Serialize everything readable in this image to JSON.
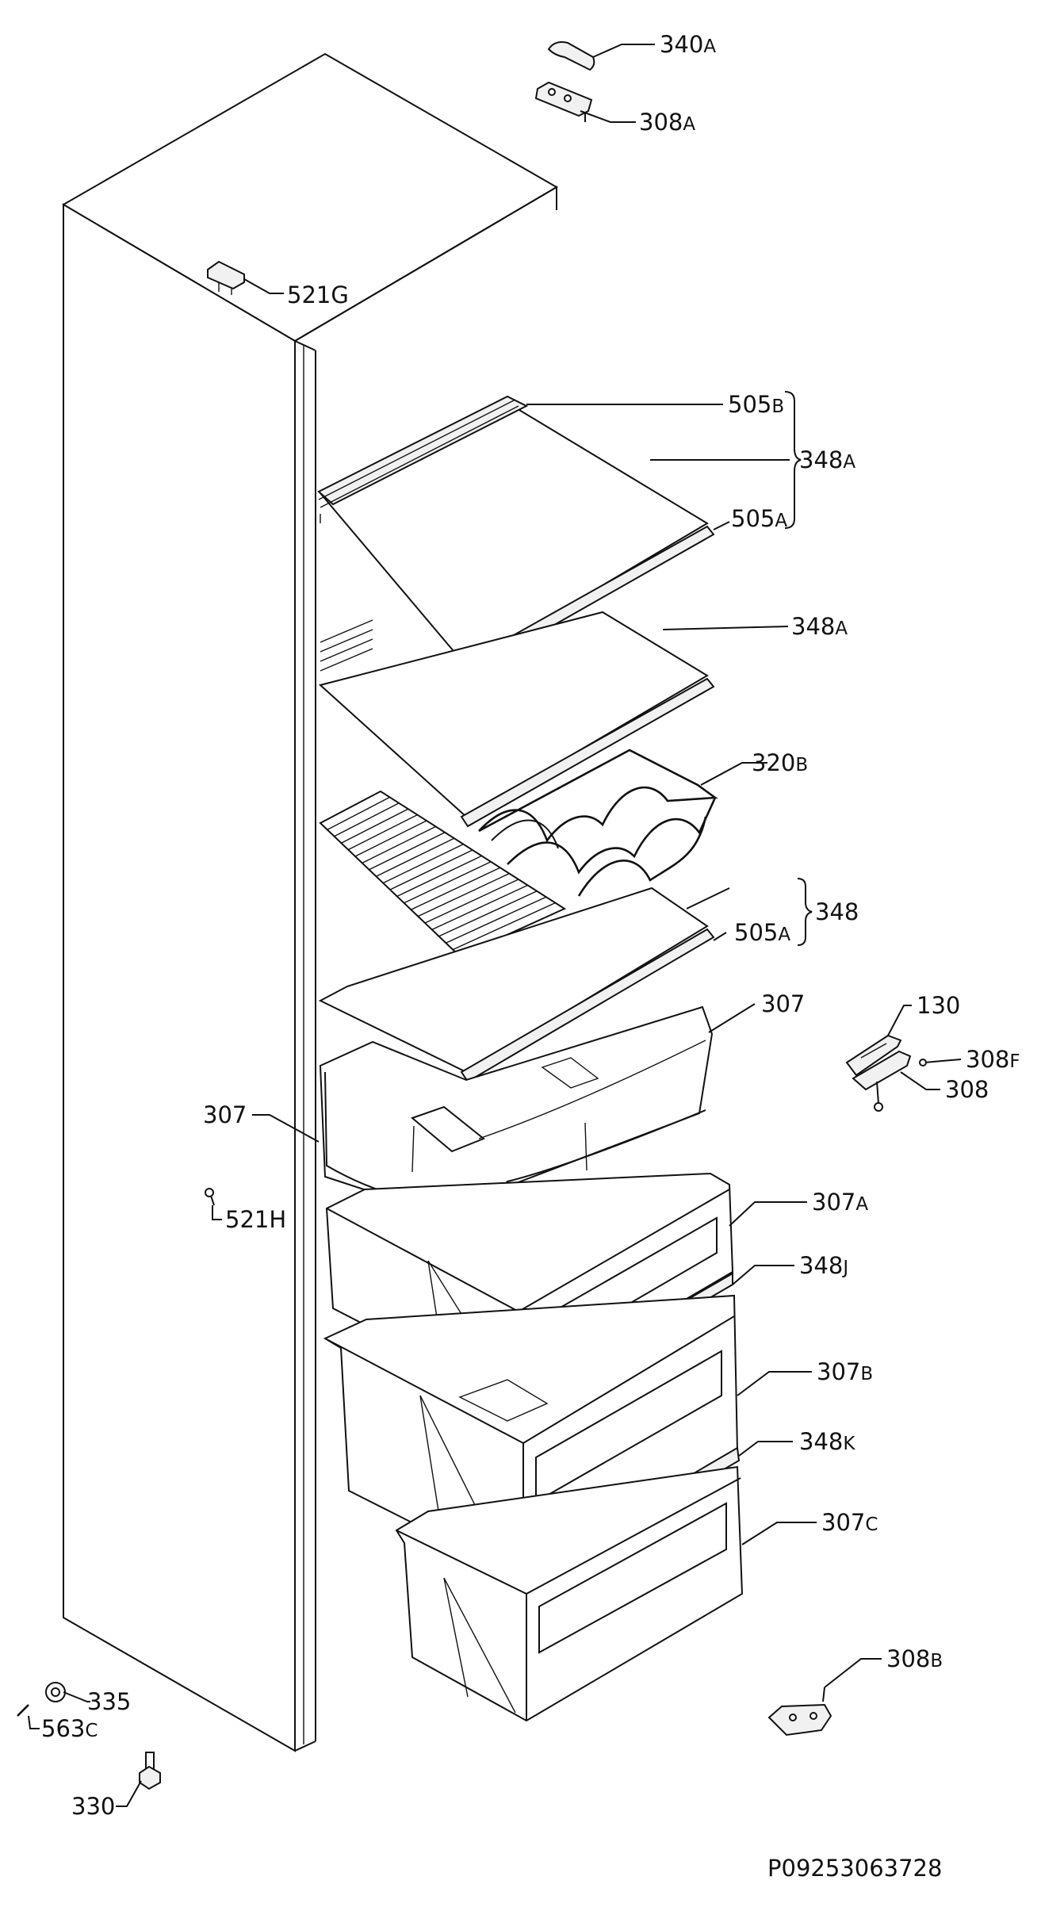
{
  "labels": {
    "l340A": {
      "num": "340",
      "suf": "A"
    },
    "l308A": {
      "num": "308",
      "suf": "A"
    },
    "l521G": {
      "num": "521G"
    },
    "l505B": {
      "num": "505",
      "suf": "B"
    },
    "l348A_1": {
      "num": "348",
      "suf": "A"
    },
    "l505A_1": {
      "num": "505",
      "suf": "A"
    },
    "l348A_2": {
      "num": "348",
      "suf": "A"
    },
    "l320B": {
      "num": "320",
      "suf": "B"
    },
    "l348": {
      "num": "348"
    },
    "l505A_2": {
      "num": "505",
      "suf": "A"
    },
    "l307_r": {
      "num": "307"
    },
    "l130": {
      "num": "130"
    },
    "l308F": {
      "num": "308",
      "suf": "F"
    },
    "l308": {
      "num": "308"
    },
    "l307_l": {
      "num": "307"
    },
    "l521H": {
      "num": "521H"
    },
    "l307A": {
      "num": "307",
      "suf": "A"
    },
    "l348J": {
      "num": "348",
      "suf": "J"
    },
    "l307B": {
      "num": "307",
      "suf": "B"
    },
    "l348K": {
      "num": "348",
      "suf": "K"
    },
    "l307C": {
      "num": "307",
      "suf": "C"
    },
    "l308B": {
      "num": "308",
      "suf": "B"
    },
    "l335": {
      "num": "335"
    },
    "l563C": {
      "num": "563",
      "suf": "C"
    },
    "l330": {
      "num": "330"
    }
  },
  "reference_code": "P09253063728"
}
